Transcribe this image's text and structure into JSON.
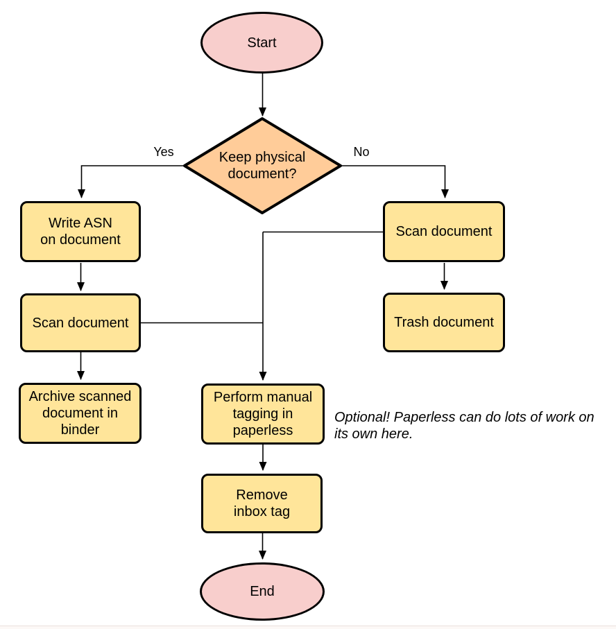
{
  "colors": {
    "terminator_fill": "#F8CECC",
    "decision_fill": "#FFCC99",
    "process_fill": "#FFE59A",
    "stroke": "#000000"
  },
  "nodes": {
    "start": {
      "label": "Start"
    },
    "decision": {
      "label": "Keep physical\ndocument?"
    },
    "write_asn": {
      "label": "Write ASN\non document"
    },
    "scan_left": {
      "label": "Scan document"
    },
    "archive": {
      "label": "Archive scanned\ndocument in\nbinder"
    },
    "scan_right": {
      "label": "Scan document"
    },
    "trash": {
      "label": "Trash document"
    },
    "perform_tagging": {
      "label": "Perform manual\ntagging in\npaperless"
    },
    "remove_inbox": {
      "label": "Remove\ninbox tag"
    },
    "end": {
      "label": "End"
    }
  },
  "edge_labels": {
    "yes": "Yes",
    "no": "No"
  },
  "note": {
    "text": "Optional! Paperless can do lots of work on\nits own here."
  }
}
